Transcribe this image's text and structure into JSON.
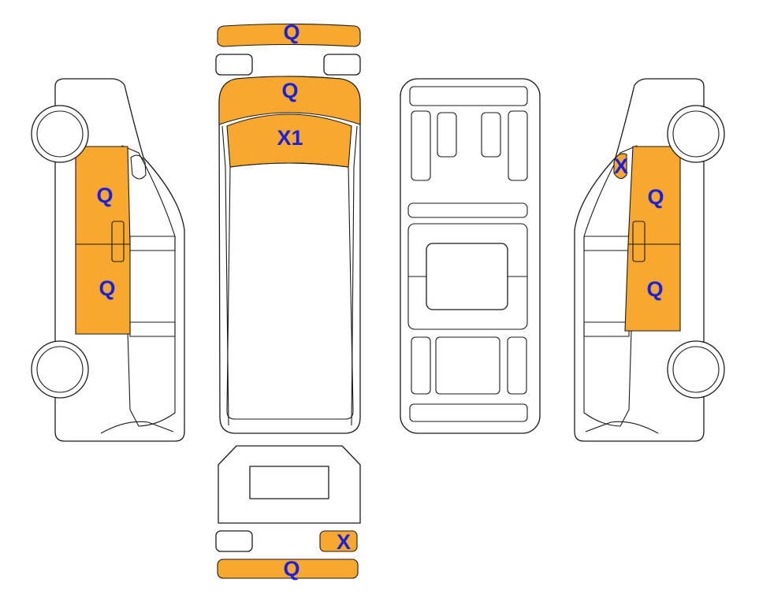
{
  "colors": {
    "damage_fill": "#f9a82f",
    "label_color": "#1a20e0",
    "outline": "#1a1a1a",
    "background": "#ffffff"
  },
  "views": {
    "front": {
      "bumper_code": "Q",
      "hood_code": "Q",
      "windshield_code": "X1"
    },
    "left_side": {
      "front_door_code": "Q",
      "rear_door_code": "Q"
    },
    "right_side": {
      "mirror_code": "X",
      "front_door_code": "Q",
      "rear_door_code": "Q"
    },
    "rear": {
      "right_light_code": "X",
      "bumper_code": "Q"
    }
  }
}
